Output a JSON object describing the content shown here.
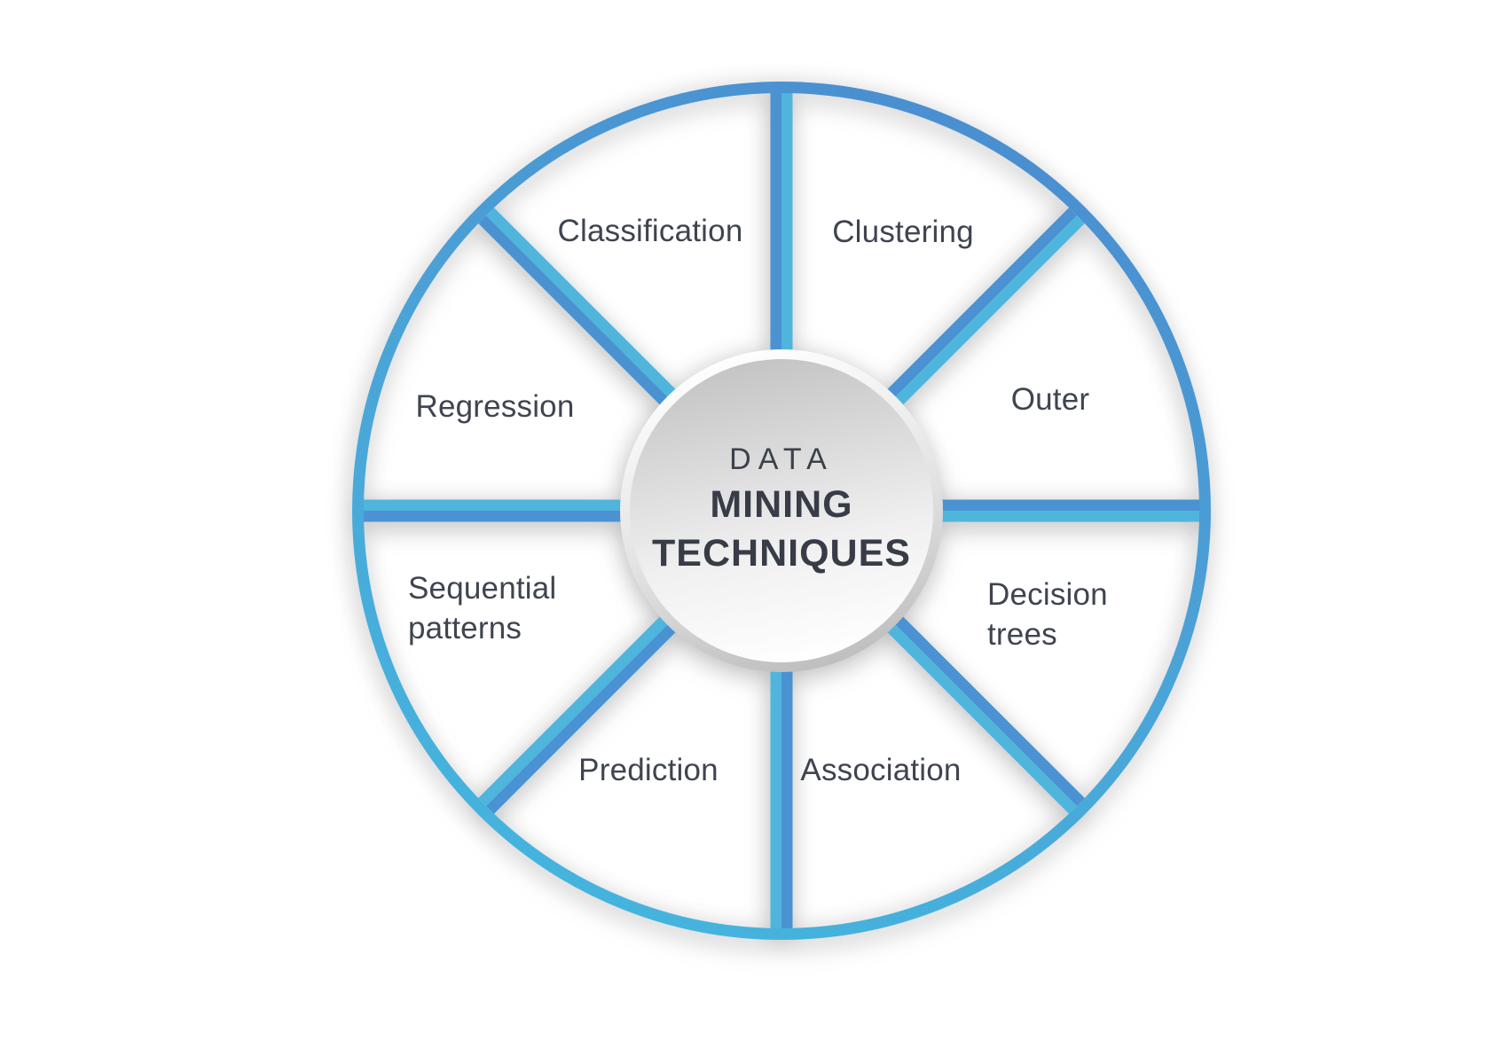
{
  "diagram": {
    "center": {
      "kicker": "DATA",
      "title_line2": "MINING",
      "title_line3": "TECHNIQUES"
    },
    "segments": [
      {
        "label": "Classification"
      },
      {
        "label": "Clustering"
      },
      {
        "label": "Outer"
      },
      {
        "label": "Decision trees"
      },
      {
        "label": "Association"
      },
      {
        "label": "Prediction"
      },
      {
        "label": "Sequential patterns"
      },
      {
        "label": "Regression"
      }
    ],
    "colors": {
      "ring_gradient_start": "#4a8ed0",
      "ring_gradient_mid": "#4ba4d7",
      "ring_gradient_end": "#44b5de",
      "spoke_blue": "#4a92d1",
      "spoke_cyan": "#4fb5dd",
      "label_text": "#3f4450",
      "center_text": "#373c47",
      "center_circle_top": "#c4c4c4",
      "center_circle_bottom": "#ffffff",
      "rim_top": "#ffffff",
      "rim_bottom": "#bdbdbd"
    }
  }
}
